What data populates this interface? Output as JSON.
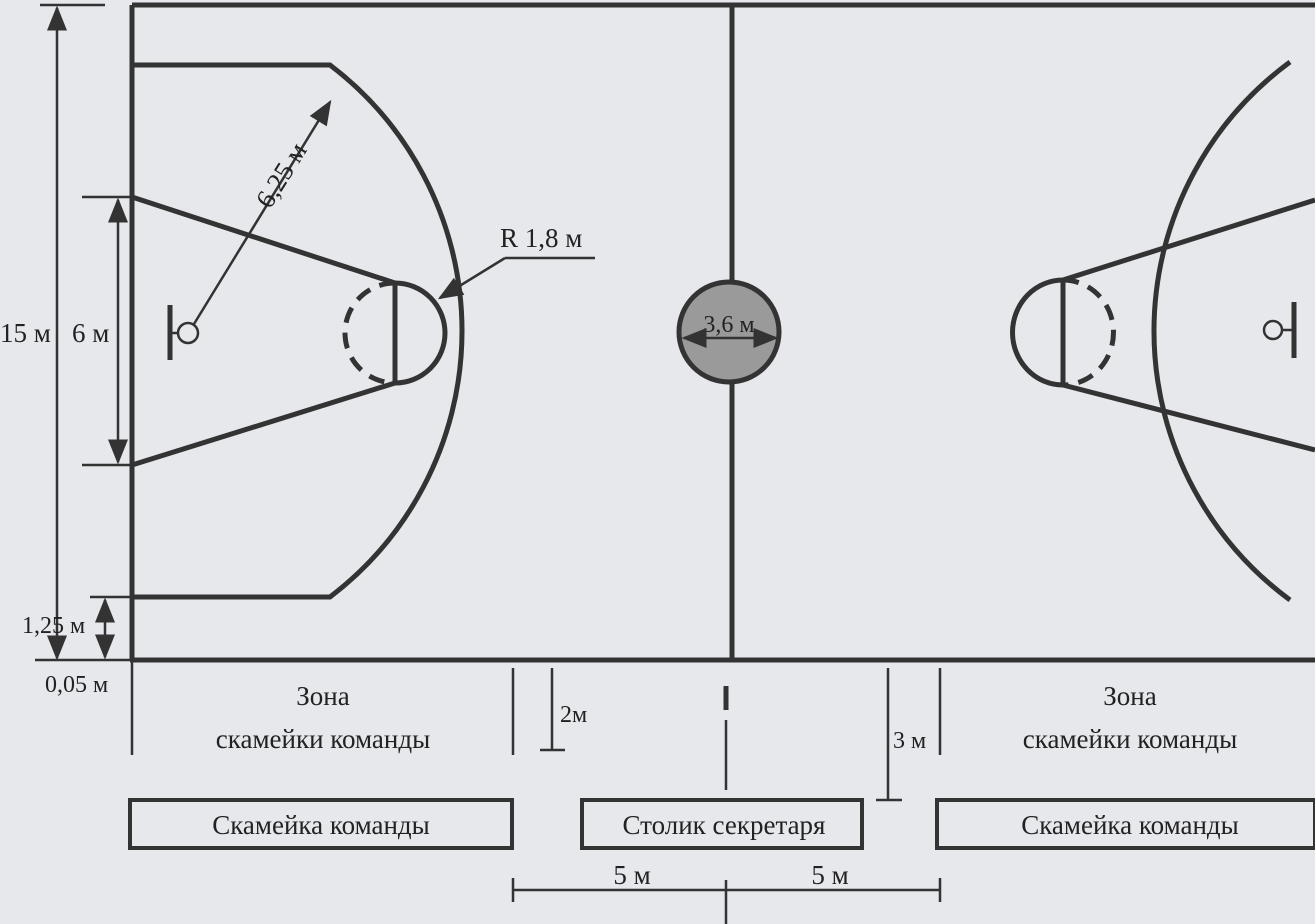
{
  "diagram": {
    "labels": {
      "three_point_radius": "6,25 м",
      "free_throw_radius": "R 1,8 м",
      "center_circle": "3,6 м",
      "court_width": "15 м",
      "key_width": "6 м",
      "three_point_offset": "1,25 м",
      "line_offset": "0,05 м",
      "bench_zone_dim": "2м",
      "table_dim": "3 м",
      "left_dim_5m": "5 м",
      "right_dim_5m": "5 м"
    },
    "zones": {
      "left_line1": "Зона",
      "left_line2": "скамейки команды",
      "right_line1": "Зона",
      "right_line2": "скамейки команды"
    },
    "boxes": {
      "left_bench": "Скамейка команды",
      "scorer_table": "Столик секретаря",
      "right_bench": "Скамейка команды"
    },
    "colors": {
      "line": "#333333",
      "center_fill": "#9a9a9a",
      "paper": "#e6e8ec"
    }
  }
}
